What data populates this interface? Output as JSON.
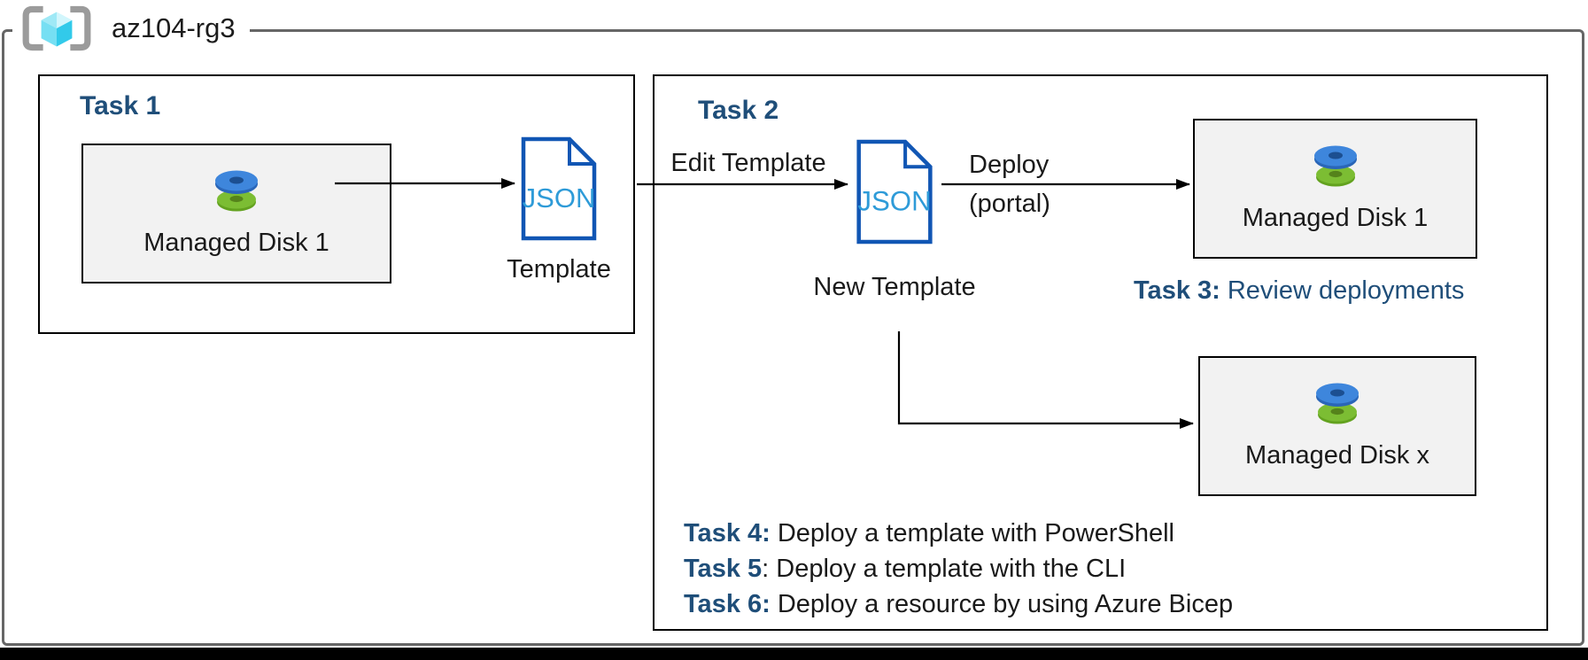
{
  "resource_group": {
    "name": "az104-rg3",
    "icon": "resource-group-brackets-cube"
  },
  "task1": {
    "title": "Task 1",
    "disk_label": "Managed Disk 1",
    "json_text": "JSON",
    "template_caption": "Template"
  },
  "task2": {
    "title": "Task 2",
    "edit_arrow_label": "Edit Template",
    "json_text": "JSON",
    "new_template_caption": "New Template",
    "deploy_label": "Deploy",
    "deploy_qualifier": "(portal)",
    "disk1_label": "Managed Disk 1",
    "diskx_label": "Managed Disk x",
    "task_notes": [
      {
        "bold": "Task 3:",
        "rest": " Review deployments"
      },
      {
        "bold": "Task 4:",
        "rest": " Deploy a template with PowerShell"
      },
      {
        "bold": "Task 5",
        "rest": ": Deploy a template with the CLI"
      },
      {
        "bold": "Task 6:",
        "rest": " Deploy a resource by using Azure Bicep"
      }
    ]
  },
  "colors": {
    "heading_blue": "#1F4E79",
    "json_border": "#1156B4",
    "json_text": "#2E9BD8",
    "disk_blue": "#3E86DC",
    "disk_green": "#7CBD33",
    "box_fill": "#F2F2F2",
    "outer_border": "#666666",
    "arrow": "#000000"
  }
}
